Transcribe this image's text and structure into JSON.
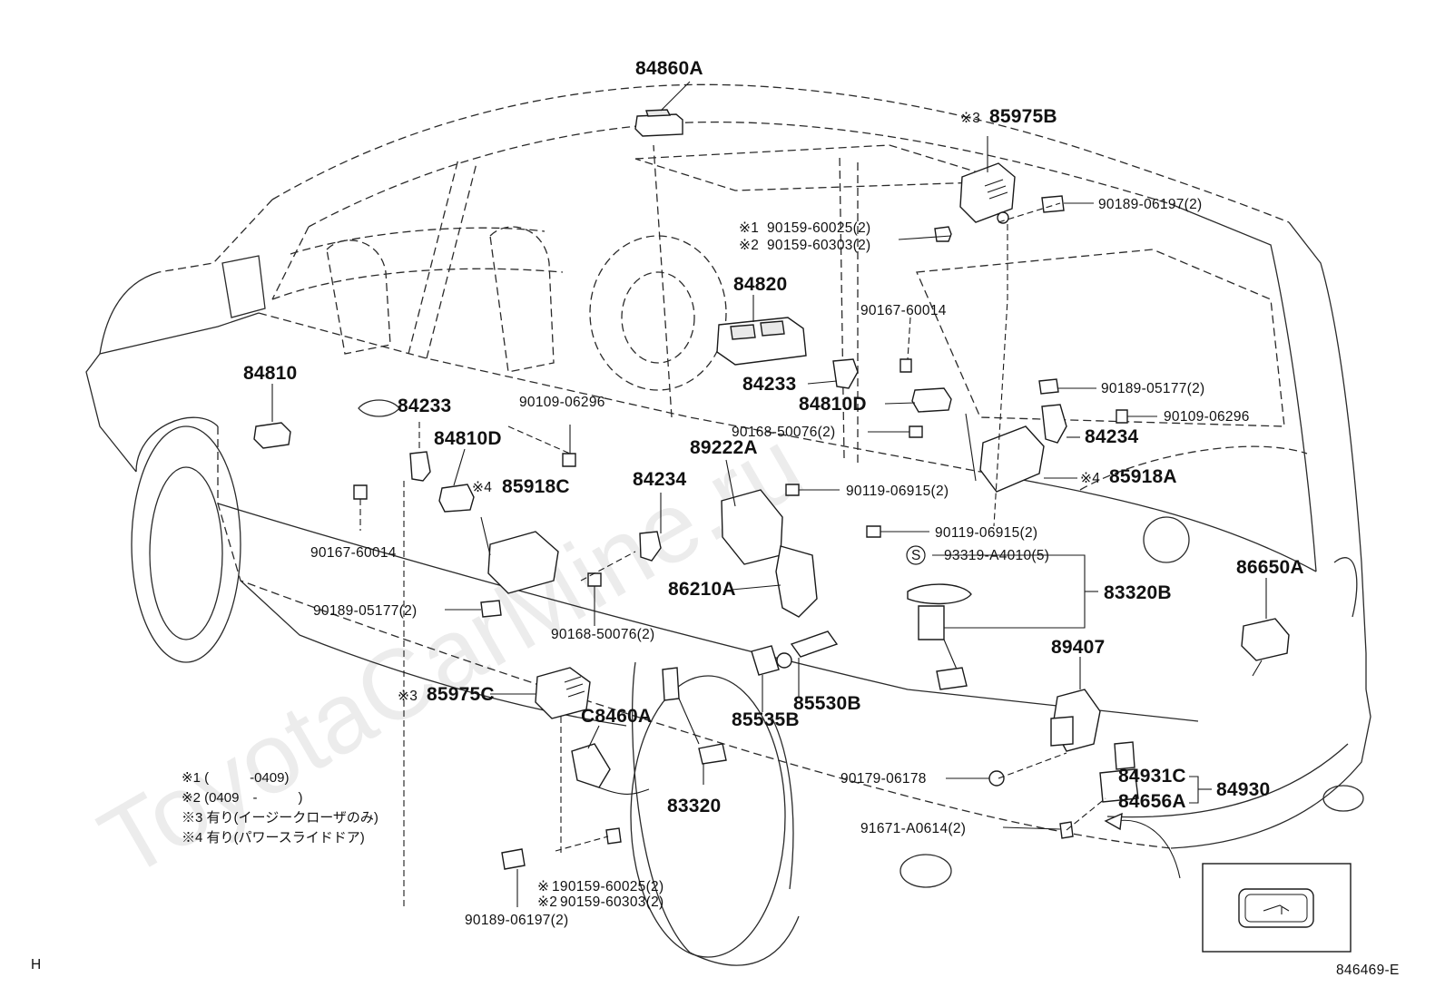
{
  "watermark": "ToyotaCarMine.ru",
  "corner_mark": "H",
  "figure_code": "846469-E",
  "callouts": {
    "p84860A": "84860A",
    "p85975B": "85975B",
    "p85975B_mark": "※3",
    "p90189_06197_r": "90189-06197(2)",
    "p90159_60025_r": "90159-60025(2)",
    "p90159_60025_r_mark": "※1",
    "p90159_60303_r": "90159-60303(2)",
    "p90159_60303_r_mark": "※2",
    "p84820": "84820",
    "p90167_60014_r": "90167-60014",
    "p84233_r": "84233",
    "p84810D_r": "84810D",
    "p90189_05177_r": "90189-05177(2)",
    "p90109_06296_r": "90109-06296",
    "p90168_50076_r": "90168-50076(2)",
    "p84234_r": "84234",
    "p85918A": "85918A",
    "p85918A_mark": "※4",
    "p84810": "84810",
    "p84233_l": "84233",
    "p90109_06296_l": "90109-06296",
    "p84810D_l": "84810D",
    "p85918C": "85918C",
    "p85918C_mark": "※4",
    "p84234_l": "84234",
    "p89222A": "89222A",
    "p90119_06915_a": "90119-06915(2)",
    "p90119_06915_b": "90119-06915(2)",
    "p93319": "93319-A4010(5)",
    "p93319_mark": "S",
    "p83320B": "83320B",
    "p86650A": "86650A",
    "p90167_60014_l": "90167-60014",
    "p86210A": "86210A",
    "p90189_05177_l": "90189-05177(2)",
    "p90168_50076_l": "90168-50076(2)",
    "p89407": "89407",
    "p85975C": "85975C",
    "p85975C_mark": "※3",
    "pC8460A": "C8460A",
    "p85535B": "85535B",
    "p85530B": "85530B",
    "p90179_06178": "90179-06178",
    "p84931C": "84931C",
    "p84930": "84930",
    "p84656A": "84656A",
    "p83320": "83320",
    "p91671": "91671-A0614(2)",
    "p90159_60025_b": "190159-60025(2)",
    "p90159_60025_b_mark": "※",
    "p90159_60303_b": "90159-60303(2)",
    "p90159_60303_b_mark": "※2",
    "p90189_06197_b": "90189-06197(2)"
  },
  "notes": [
    "※1 (　　　-0409)",
    "※2 (0409　-　　　)",
    "※3 有り(イージークローザのみ)",
    "※4 有り(パワースライドドア)"
  ]
}
